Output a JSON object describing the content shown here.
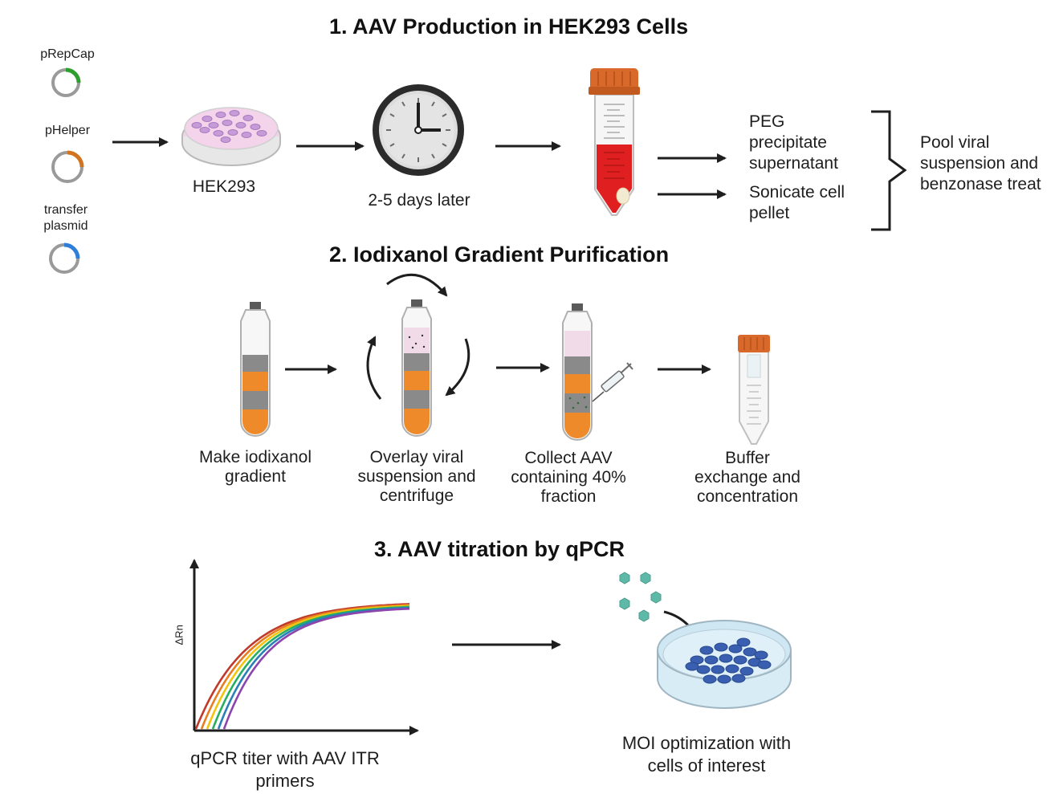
{
  "section1": {
    "title": "1.  AAV Production in HEK293 Cells",
    "plasmids": [
      "pRepCap",
      "pHelper",
      "transfer",
      "plasmid"
    ],
    "cell_label": "HEK293",
    "time_label": "2-5 days later",
    "step_peg": [
      "PEG",
      "precipitate",
      "supernatant"
    ],
    "step_sonicate": [
      "Sonicate cell",
      "pellet"
    ],
    "pool": [
      "Pool viral",
      "suspension and",
      "benzonase treat"
    ]
  },
  "section2": {
    "title": "2. Iodixanol Gradient Purification",
    "step1": [
      "Make iodixanol",
      "gradient"
    ],
    "step2": [
      "Overlay viral",
      "suspension and",
      "centrifuge"
    ],
    "step3": [
      "Collect AAV",
      "containing 40%",
      "fraction"
    ],
    "step4": [
      "Buffer",
      "exchange and",
      "concentration"
    ]
  },
  "section3": {
    "title": "3. AAV titration by qPCR",
    "ylabel": "ΔRn",
    "qpcr_label": [
      "qPCR titer with AAV ITR",
      "primers"
    ],
    "moi_label": [
      "MOI optimization with",
      "cells of interest"
    ]
  },
  "colors": {
    "repcap": "#2e9e2e",
    "helper": "#d2731e",
    "transfer": "#2f7fd8",
    "orange_cap": "#d9692a",
    "red_media": "#e02020",
    "gradient_orange": "#ee8a2a",
    "gradient_gray": "#8a8a8a",
    "pink_layer": "#f1dbe8",
    "dish_pink": "#f4d4ea",
    "dish_blue": "#cfe7f3",
    "cell_blue": "#3a5fb0",
    "virion": "#5fb9a8",
    "curves": [
      "#c0392b",
      "#e67e22",
      "#f1c40f",
      "#27ae60",
      "#2980b9",
      "#8e44ad"
    ]
  }
}
